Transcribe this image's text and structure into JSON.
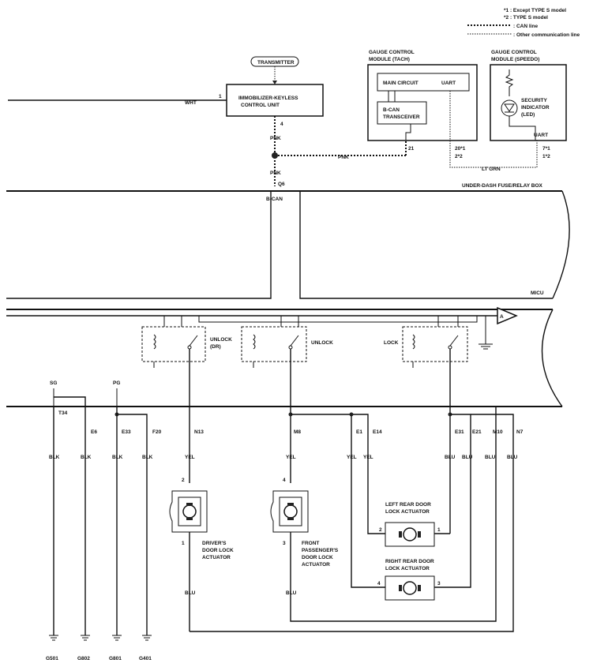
{
  "legend": {
    "note1": "*1 : Except TYPE S model",
    "note2": "*2 : TYPE S model",
    "can_line": ": CAN line",
    "other_line": ": Other communication line"
  },
  "components": {
    "transmitter": "TRANSMITTER",
    "immobilizer_line1": "IMMOBILIZER-KEYLESS",
    "immobilizer_line2": "CONTROL UNIT",
    "tach_title1": "GAUGE CONTROL",
    "tach_title2": "MODULE (TACH)",
    "main_circuit": "MAIN CIRCUIT",
    "uart_tach": "UART",
    "bcan_line1": "B-CAN",
    "bcan_line2": "TRANSCEIVER",
    "speedo_title1": "GAUGE CONTROL",
    "speedo_title2": "MODULE (SPEEDO)",
    "security1": "SECURITY",
    "security2": "INDICATOR",
    "security3": "(LED)",
    "uart_speedo": "UART",
    "fusebox": "UNDER-DASH FUSE/RELAY BOX",
    "micu": "MICU",
    "bcan_label": "B-CAN",
    "connector_a": "A",
    "relay_unlock_dr1": "UNLOCK",
    "relay_unlock_dr2": "(DR)",
    "relay_unlock": "UNLOCK",
    "relay_lock": "LOCK",
    "driver1": "DRIVER'S",
    "driver2": "DOOR LOCK",
    "driver3": "ACTUATOR",
    "front1": "FRONT",
    "front2": "PASSENGER'S",
    "front3": "DOOR LOCK",
    "front4": "ACTUATOR",
    "leftrear1": "LEFT REAR DOOR",
    "leftrear2": "LOCK ACTUATOR",
    "rightrear1": "RIGHT REAR DOOR",
    "rightrear2": "LOCK ACTUATOR"
  },
  "wires": {
    "wht": "WHT",
    "pnk1": "PNK",
    "pnk2": "PNK",
    "pnk3": "PNK",
    "ltgrn": "LT GRN",
    "blk1": "BLK",
    "blk2": "BLK",
    "blk3": "BLK",
    "blk4": "BLK",
    "yel1": "YEL",
    "yel2": "YEL",
    "yel3": "YEL",
    "yel4": "YEL",
    "blu1": "BLU",
    "blu2": "BLU",
    "blu3": "BLU",
    "blu4": "BLU",
    "blu5": "BLU",
    "blu6": "BLU"
  },
  "pins": {
    "p1": "1",
    "p4": "4",
    "p21": "21",
    "p20": "20*1",
    "p2s": "2*2",
    "p7": "7*1",
    "p1s": "1*2",
    "q6": "Q6",
    "sg": "SG",
    "pg": "PG",
    "t34": "T34",
    "e6": "E6",
    "e33": "E33",
    "f20": "F20",
    "n13": "N13",
    "m8": "M8",
    "e1": "E1",
    "e14": "E14",
    "e31": "E31",
    "e21": "E21",
    "m10": "M10",
    "n7": "N7",
    "drv2": "2",
    "drv1": "1",
    "fr4": "4",
    "fr3": "3",
    "lr2": "2",
    "lr1": "1",
    "rr4": "4",
    "rr3": "3"
  },
  "grounds": [
    "G501",
    "G802",
    "G801",
    "G401"
  ]
}
